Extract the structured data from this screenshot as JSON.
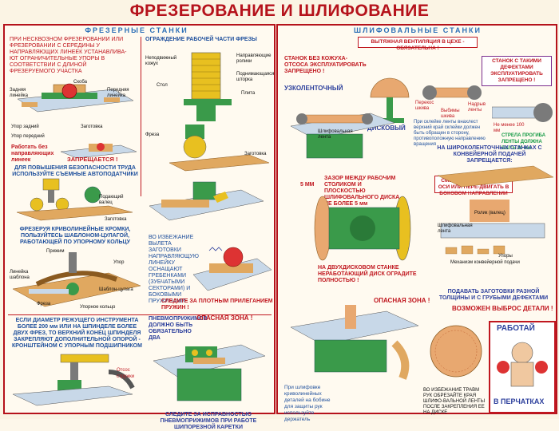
{
  "title": "ФРЕЗЕРОВАНИЕ И ШЛИФОВАНИЕ",
  "left": {
    "heading": "ФРЕЗЕРНЫЕ СТАНКИ",
    "intro": "ПРИ НЕСКВОЗНОМ ФРЕЗЕРОВАНИИ ИЛИ ФРЕЗЕРОВАНИИ С СЕРЕДИНЫ У НАПРАВЛЯЮЩИХ ЛИНЕЕК УСТАНАВЛИВА-ЮТ ОГРАНИЧИТЕЛЬНЫЕ УПОРЫ В СООТВЕТСТВИИ С ДЛИНОЙ ФРЕЗЕРУЕМОГО УЧАСТКА",
    "guard_title": "ОГРАЖДЕНИЕ РАБОЧЕЙ ЧАСТИ ФРЕЗЫ",
    "labels_a": [
      "Задняя линейка",
      "Скоба",
      "Передняя линейка",
      "Упор задний",
      "Упор передний",
      "Заготовка"
    ],
    "no_rulers": "Работать без направляющих линеек",
    "forbidden": "ЗАПРЕЩАЕТСЯ !",
    "guard_labels": [
      "Неподвижный кожух",
      "Направляющие ролики",
      "Поднимающаяся шторка",
      "Плита",
      "Стол",
      "Фреза",
      "Заготовка"
    ],
    "safety": "ДЛЯ ПОВЫШЕНИЯ БЕЗОПАСНОСТИ ТРУДА ИСПОЛЬЗУЙТЕ СЪЕМНЫЕ АВТОПОДАТЧИКИ",
    "labels_b": [
      "Подающий валец",
      "Заготовка"
    ],
    "vyleta": "ВО ИЗБЕЖАНИЕ ВЫЛЕТА ЗАГОТОВКИ НАПРАВЛЯЮЩУЮ ЛИНЕЙКУ ОСНАЩАЮТ ГРЕБЕНКАМИ (ЗУБЧАТЫМИ СЕКТОРАМИ) И БОКОВЫМИ ПРУЖИНАМИ",
    "springs": "СЛЕДИТЕ ЗА ПЛОТНЫМ ПРИЛЕГАНИЕМ ПРУЖИН !",
    "curved": "ФРЕЗЕРУЯ КРИВОЛИНЕЙНЫЕ КРОМКИ, ПОЛЬЗУЙТЕСЬ ШАБЛОНОМ-ЦУЛАГОЙ, РАБОТАЮЩЕЙ ПО УПОРНОМУ КОЛЬЦУ",
    "labels_c": [
      "Прижим",
      "Линейка шаблона",
      "Упор",
      "Шаблон-цулага",
      "Фреза",
      "Упорное кольцо"
    ],
    "pneumo": "ПНЕВМОПРИЖИМОВ ДОЛЖНО БЫТЬ ОБЯЗАТЕЛЬНО ДВА",
    "danger": "ОПАСНАЯ ЗОНА !",
    "diameter": "ЕСЛИ ДИАМЕТР РЕЖУЩЕГО ИНСТРУМЕНТА БОЛЕЕ 200 мм ИЛИ НА ШПИНДЕЛЕ БОЛЕЕ ДВУХ ФРЕЗ, ТО ВЕРХНИЙ КОНЕЦ ШПИНДЕЛЯ ЗАКРЕПЛЯЮТ ДОПОЛНИТЕЛЬНОЙ ОПОРОЙ - КРОНШТЕЙНОМ С УПОРНЫМ ПОДШИПНИКОМ",
    "otsos": "Отсос стружки",
    "pneumo_bottom": "СЛЕДИТЕ ЗА ИСПРАВНОСТЬЮ ПНЕВМОПРИЖИМОВ ПРИ РАБОТЕ ШИПОРЕЗНОЙ КАРЕТКИ"
  },
  "right": {
    "heading": "ШЛИФОВАЛЬНЫЕ СТАНКИ",
    "ventilation": "ВЫТЯЖНАЯ ВЕНТИЛЯЦИЯ В ЦЕХЕ - ОБЯЗАТЕЛЬНА !",
    "no_hood": "СТАНОК БЕЗ КОЖУХА-ОТСОСА ЭКСПЛУАТИРОВАТЬ ЗАПРЕЩЕНО !",
    "defects": "СТАНОК С ТАКИМИ ДЕФЕКТАМИ ЭКСПЛУАТИРОВАТЬ ЗАПРЕЩЕНО !",
    "narrow_belt": "УЗКОЛЕНТОЧНЫЙ",
    "disc": "ДИСКОВЫЙ",
    "labels_belt": [
      "Шлифовальная лента",
      "Перекос шкива",
      "Выбимы шкива",
      "Надрыв ленты",
      "Не менее 100 мм"
    ],
    "splice": "При склейке ленты внахлест верхний край склейки должен быть обращен в сторону, противоположную направлению вращения",
    "sag": "СТРЕЛА ПРОГИБА ЛЕНТЫ ДОЛЖНА БЫТЬ 20 мм",
    "wide_belt": "НА ШИРОКОЛЕНТОЧНЫХ СТАНКАХ С КОНВЕЙЕРНОЙ ПОДАЧЕЙ ЗАПРЕЩАЕТСЯ:",
    "offset": "СМЕЩАТЬ ЗАГОТОВКУ С ОСИ ИЛИ ПЕРЕ-ДВИГАТЬ В БОКОВОМ НАПРАВЛЕНИИ",
    "gap": "ЗАЗОР МЕЖДУ РАБОЧИМ СТОЛИКОМ И ПЛОСКОСТЬЮ ШЛИФОВАЛЬНОГО ДИСКА - НЕ БОЛЕЕ 5 мм",
    "five_mm": "5 ММ",
    "double_disc": "НА ДВУХДИСКОВОМ СТАНКЕ НЕРАБОТАЮЩИЙ ДИСК ОГРАДИТЕ ПОЛНОСТЬЮ !",
    "labels_wide": [
      "Ролик (валец)",
      "Шлифовальная лента",
      "Упоры",
      "Механизм конвейерной подачи"
    ],
    "diff_thickness": "ПОДАВАТЬ ЗАГОТОВКИ РАЗНОЙ ТОЛЩИНЫ И С ГРУБЫМИ ДЕФЕКТАМИ",
    "ejection": "ВОЗМОЖЕН ВЫБРОС ДЕТАЛИ !",
    "danger": "ОПАСНАЯ ЗОНА !",
    "curved_parts": "При шлифовке криволинейных деталей на бобине для защиты рук используйте держатель",
    "trim": "ВО ИЗБЕЖАНИЕ ТРАВМ РУК ОБРЕЗАЙТЕ КРАЯ ШЛИФО-ВАЛЬНОЙ ЛЕНТЫ ПОСЛЕ ЗАКРЕПЛЕНИЯ ЕЕ НА ДИСКЕ",
    "gloves_top": "РАБОТАЙ",
    "gloves_bottom": "В ПЕРЧАТКАХ"
  },
  "colors": {
    "accent": "#b5121b",
    "blue_text": "#1e4f9c",
    "machine_green": "#3a9a4a",
    "wood": "#e0a860"
  }
}
